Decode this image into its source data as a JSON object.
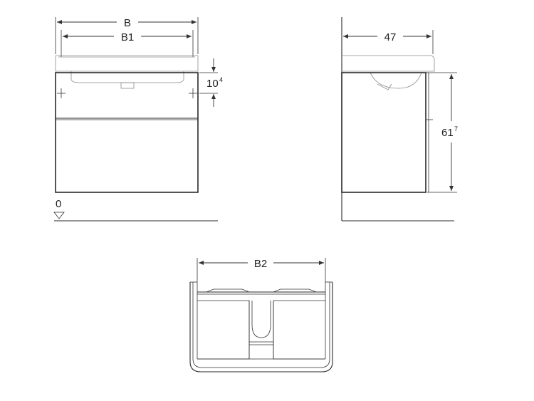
{
  "front_view": {
    "width_label": "B",
    "inner_width_label": "B1",
    "height_offset_label": "10",
    "height_offset_sup": "4",
    "floor_label": "0"
  },
  "side_view": {
    "depth_label": "47",
    "height_label": "61",
    "height_sup": "7"
  },
  "top_view": {
    "inner_width_label": "B2"
  }
}
